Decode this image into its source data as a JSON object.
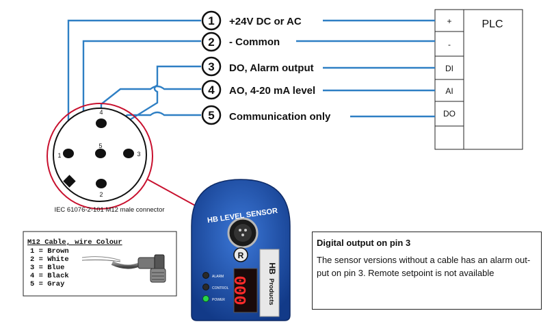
{
  "pins": [
    {
      "num": "1",
      "label": "+24V DC or AC",
      "terminal": "+"
    },
    {
      "num": "2",
      "label": "- Common",
      "terminal": "-"
    },
    {
      "num": "3",
      "label": "DO, Alarm output",
      "terminal": "DI"
    },
    {
      "num": "4",
      "label": "AO, 4-20 mA level",
      "terminal": "AI"
    },
    {
      "num": "5",
      "label": "Communication only",
      "terminal": "DO"
    }
  ],
  "plc": {
    "label": "PLC"
  },
  "connector": {
    "caption": "IEC 61076-2-101 M12 male connector",
    "pin_labels": [
      "1",
      "2",
      "3",
      "4",
      "5"
    ]
  },
  "cable": {
    "title": "M12 Cable, wire Colour",
    "rows": [
      "1 = Brown",
      "2 = White",
      "3 = Blue",
      "4 = Black",
      "5 = Gray"
    ]
  },
  "sensor": {
    "brand_text": "HB LEVEL SENSOR",
    "r_mark": "R",
    "logo_hb": "HB",
    "logo_products": "Products",
    "leds": [
      "ALARM",
      "CONTROL",
      "POWER"
    ],
    "display": "000"
  },
  "info": {
    "title": "Digital output on pin 3",
    "body": "The sensor versions without a cable has an alarm out-put on pin 3. Remote setpoint is not available"
  },
  "colors": {
    "wire": "#2e7fc4",
    "ring": "#c8102e",
    "sensor_body": "#1f4fa8"
  }
}
